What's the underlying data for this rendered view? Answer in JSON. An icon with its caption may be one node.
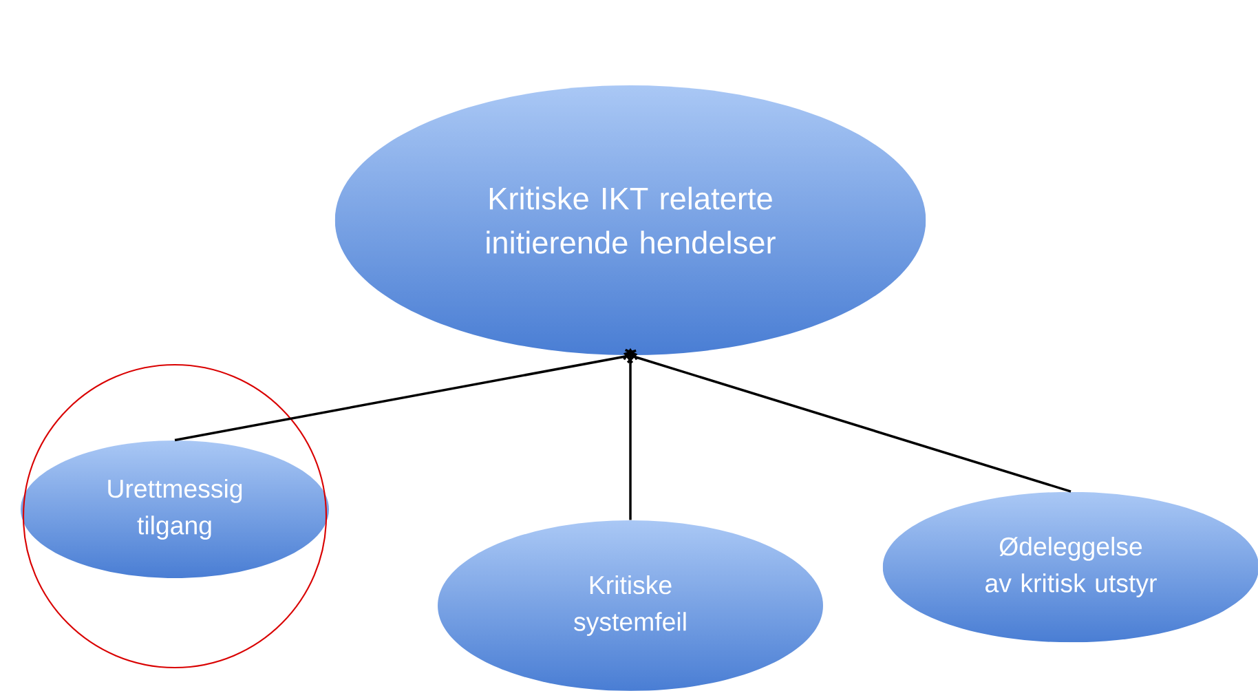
{
  "diagram": {
    "nodes": [
      {
        "text": [
          "Kritiske IKT relaterte initierende hendelser"
        ]
      },
      {
        "text": [
          "Urettmessig tilgang"
        ]
      },
      {
        "text": [
          "Kritiske systemfeil"
        ]
      },
      {
        "text": [
          "Ødeleggelse av kritisk utstyr"
        ]
      }
    ],
    "edges": [
      {
        "from": 1,
        "to": 0,
        "arrow": "to"
      },
      {
        "from": 2,
        "to": 0,
        "arrow": "to"
      },
      {
        "from": 3,
        "to": 0,
        "arrow": "to"
      }
    ]
  }
}
